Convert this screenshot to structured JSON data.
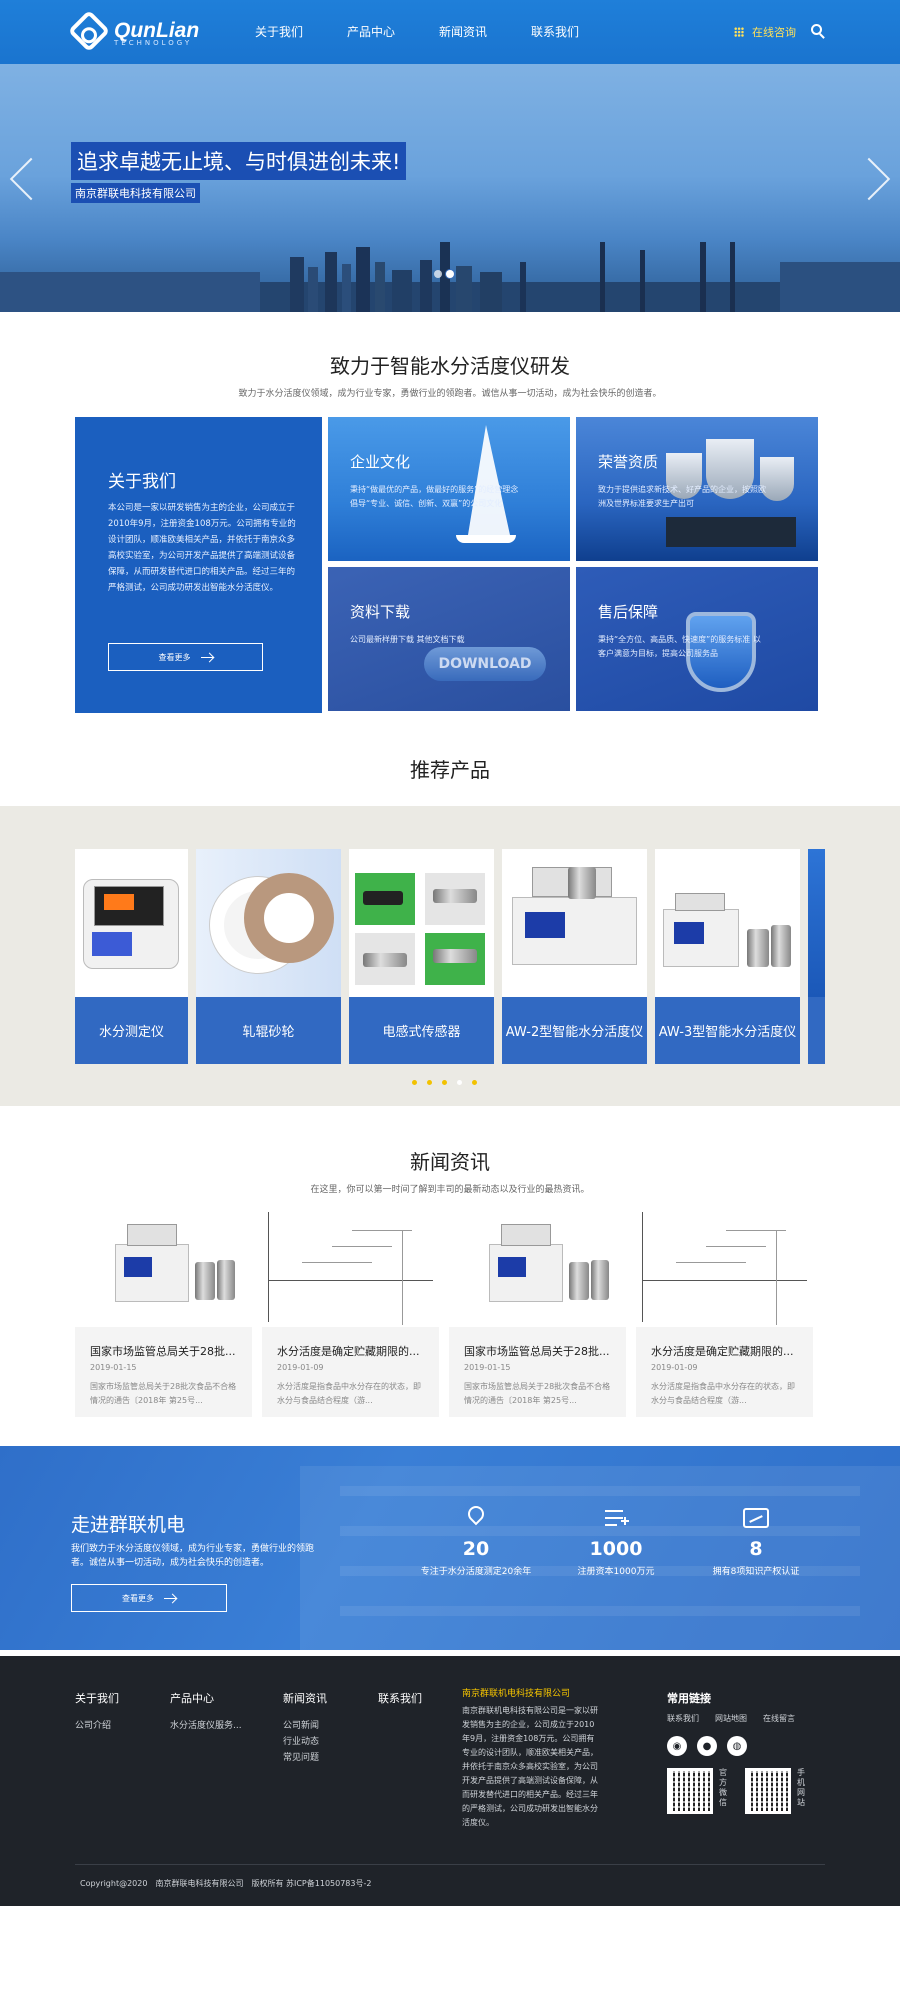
{
  "header": {
    "logo_text": "QunLian",
    "logo_sub": "TECHNOLOGY",
    "nav": [
      "关于我们",
      "产品中心",
      "新闻资讯",
      "联系我们"
    ],
    "consult": "在线咨询"
  },
  "banner": {
    "title": "追求卓越无止境、与时俱进创未来!",
    "subtitle": "南京群联电科技有限公司"
  },
  "intro": {
    "title": "致力于智能水分活度仪研发",
    "desc": "致力于水分活度仪领域，成为行业专家，勇做行业的领跑者。诚信从事一切活动，成为社会快乐的创造者。"
  },
  "about": {
    "title": "关于我们",
    "text": "本公司是一家以研发销售为主的企业，公司成立于2010年9月，注册资金108万元。公司拥有专业的设计团队，顺准欧美相关产品，并依托于南京众多高校实验室，为公司开发产品提供了高端测试设备保障，从而研发替代进口的相关产品。经过三年的严格测试，公司成功研发出智能水分活度仪。",
    "more": "查看更多"
  },
  "tiles": {
    "culture": {
      "title": "企业文化",
      "text": "秉持“做最优的产品，做最好的服务”的经营理念 倡导“专业、诚信、创新、双赢”的公司文化"
    },
    "honor": {
      "title": "荣誉资质",
      "text": "致力于提供追求新技术、好产品的企业，按照欧洲及世界标准要求生产出可"
    },
    "download": {
      "title": "资料下载",
      "text": "公司最新样册下载 其他文档下载",
      "button": "DOWNLOAD"
    },
    "service": {
      "title": "售后保障",
      "text": "秉持“全方位、高品质、快速度”的服务标准 以客户满意为目标，提高公司服务品"
    }
  },
  "products": {
    "title": "推荐产品",
    "items": [
      "水分测定仪",
      "轧辊砂轮",
      "电感式传感器",
      "AW-2型智能水分活度仪",
      "AW-3型智能水分活度仪"
    ]
  },
  "news": {
    "title": "新闻资讯",
    "desc": "在这里，你可以第一时间了解到丰司的最新动态以及行业的最热资讯。",
    "items": [
      {
        "title": "国家市场监管总局关于28批...",
        "date": "2019-01-15",
        "summary": "国家市场监管总局关于28批次食品不合格情况的通告〔2018年 第25号..."
      },
      {
        "title": "水分活度是确定贮藏期限的...",
        "date": "2019-01-09",
        "summary": "水分活度是指食品中水分存在的状态，即水分与食品结合程度（游..."
      },
      {
        "title": "国家市场监管总局关于28批...",
        "date": "2019-01-15",
        "summary": "国家市场监管总局关于28批次食品不合格情况的通告〔2018年 第25号..."
      },
      {
        "title": "水分活度是确定贮藏期限的...",
        "date": "2019-01-09",
        "summary": "水分活度是指食品中水分存在的状态，即水分与食品结合程度（游..."
      }
    ]
  },
  "walk": {
    "title": "走进群联机电",
    "text": "我们致力于水分活度仪领域，成为行业专家，勇做行业的领跑者。诚信从事一切活动，成为社会快乐的创造者。",
    "more": "查看更多",
    "stats": [
      {
        "num": "20",
        "label": "专注于水分活度测定20余年"
      },
      {
        "num": "1000",
        "label": "注册资本1000万元"
      },
      {
        "num": "8",
        "label": "拥有8项知识产权认证"
      }
    ]
  },
  "footer": {
    "cols": [
      {
        "title": "关于我们",
        "links": [
          "公司介绍"
        ]
      },
      {
        "title": "产品中心",
        "links": [
          "水分活度仪服务..."
        ]
      },
      {
        "title": "新闻资讯",
        "links": [
          "公司新闻",
          "行业动态",
          "常见问题"
        ]
      },
      {
        "title": "联系我们",
        "links": []
      }
    ],
    "company": "南京群联机电科技有限公司",
    "company_desc": "南京群联机电科技有限公司是一家以研发销售为主的企业，公司成立于2010年9月，注册资金108万元。公司拥有专业的设计团队，顺准欧美相关产品，并依托于南京众多高校实验室，为公司开发产品提供了高端测试设备保障，从而研发替代进口的相关产品。经过三年的严格测试，公司成功研发出智能水分活度仪。",
    "common_title": "常用链接",
    "common_links": [
      "联系我们",
      "网站地图",
      "在线留言"
    ],
    "qr1_label": "官方微信",
    "qr2_label": "手机网站",
    "copyright": "Copyright@2020　南京群联电科技有限公司　版权所有 苏ICP备11050783号-2"
  },
  "colors": {
    "primary": "#1f7fd9",
    "tile_blue": "#1b5fbf",
    "label_blue": "#3169c2",
    "footer_bg": "#1f2329",
    "accent_yellow": "#f5c400"
  }
}
